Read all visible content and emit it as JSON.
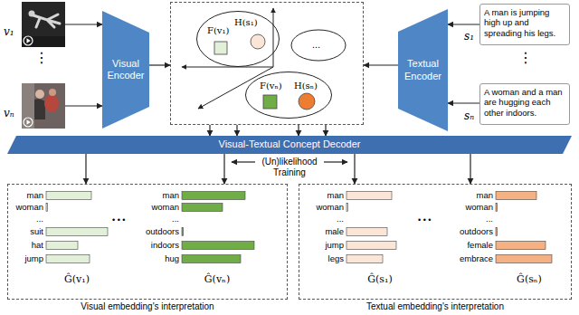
{
  "diagram": {
    "nodes": [
      {
        "text": [
          "v₁"
        ]
      },
      {
        "text": [
          "vₙ"
        ]
      },
      {
        "text": [
          "Visual Encoder"
        ]
      },
      {
        "text": [
          "..."
        ]
      },
      {
        "text": [
          "F(v₁)",
          "H(s₁)"
        ],
        "in": 3
      },
      {
        "text": [
          "F(vₙ)",
          "H(sₙ)"
        ],
        "in": 3
      },
      {
        "text": [
          "Textual Encoder"
        ]
      },
      {
        "text": [
          "A man is jumping high up and spreading his legs.",
          "s₁"
        ]
      },
      {
        "text": [
          "A woman and a man are hugging each other indoors.",
          "sₙ"
        ]
      },
      {
        "text": [
          "Visual-Textual Concept Decoder"
        ]
      },
      {
        "text": [
          "Visual embedding's interpretation"
        ]
      },
      {
        "text": [
          "Textual embedding's interpretation"
        ]
      }
    ],
    "edges": [
      {
        "from": 0,
        "to": 2,
        "arrow": "to"
      },
      {
        "from": 1,
        "to": 2,
        "arrow": "to"
      },
      {
        "from": 2,
        "to": 3,
        "arrow": "to"
      },
      {
        "from": 7,
        "to": 6,
        "arrow": "to"
      },
      {
        "from": 8,
        "to": 6,
        "arrow": "to"
      },
      {
        "from": 6,
        "to": 3,
        "arrow": "to"
      },
      {
        "from": 3,
        "to": 9,
        "arrow": "to"
      },
      {
        "from": 3,
        "to": 9,
        "arrow": "to"
      },
      {
        "from": 3,
        "to": 9,
        "arrow": "to"
      },
      {
        "from": 3,
        "to": 9,
        "arrow": "to"
      },
      {
        "from": 9,
        "to": 10,
        "arrow": "to"
      },
      {
        "from": 9,
        "to": 10,
        "arrow": "to"
      },
      {
        "from": 9,
        "to": 11,
        "arrow": "to"
      },
      {
        "from": 9,
        "to": 11,
        "arrow": "to"
      }
    ],
    "labels": [
      "⋮",
      "⋮",
      "(Un)likelihood Training",
      "man",
      "woman",
      "...",
      "suit",
      "hat",
      "jump",
      "Ĝ(v₁)",
      "• • •",
      "man",
      "woman",
      "...",
      "outdoors",
      "indoors",
      "hug",
      "Ĝ(vₙ)",
      "man",
      "woman",
      "...",
      "male",
      "jump",
      "legs",
      "Ĝ(s₁)",
      "• • •",
      "man",
      "woman",
      "...",
      "outdoors",
      "female",
      "embrace",
      "Ĝ(sₙ)"
    ]
  }
}
